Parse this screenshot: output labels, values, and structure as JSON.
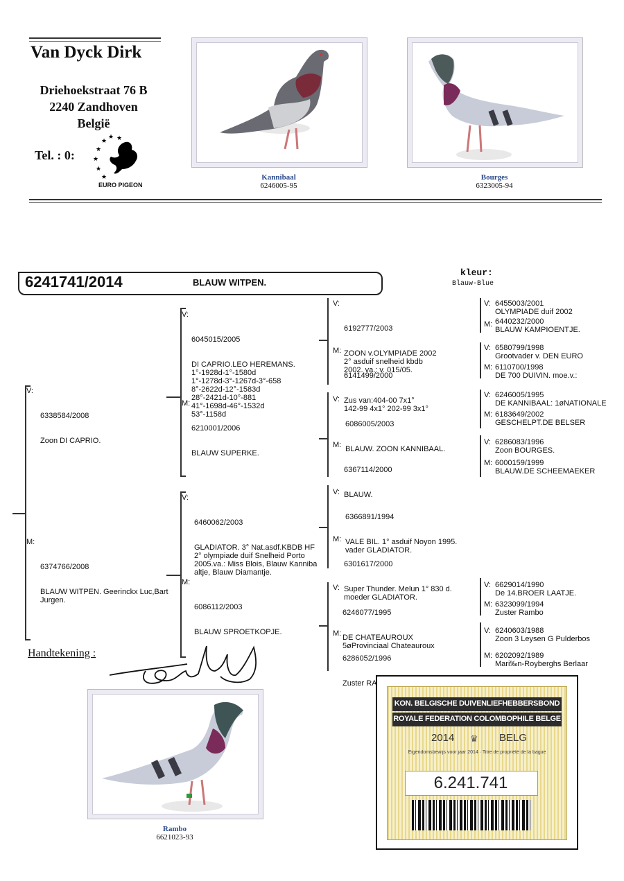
{
  "header": {
    "name": "Van Dyck Dirk",
    "street": "Driehoekstraat 76 B",
    "city": "2240 Zandhoven",
    "country": "België",
    "tel": "Tel. : 0:",
    "logo_text": "EURO PIGEON"
  },
  "photos": [
    {
      "name": "Kannibaal",
      "ring": "6246005-95"
    },
    {
      "name": "Bourges",
      "ring": "6323005-94"
    },
    {
      "name": "Rambo",
      "ring": "6621023-93"
    }
  ],
  "pigeon": {
    "ring": "6241741/2014",
    "description": "BLAUW WITPEN.",
    "color_label": "kleur:",
    "color_value": "Blauw-Blue"
  },
  "gen1": {
    "v": {
      "tag": "V:",
      "ring": "6338584/2008",
      "text": "Zoon DI CAPRIO."
    },
    "m": {
      "tag": "M:",
      "ring": "6374766/2008",
      "text": "BLAUW WITPEN. Geerinckx Luc,Bart\nJurgen."
    }
  },
  "gen2": {
    "vv": {
      "tag": "V:",
      "ring": "6045015/2005",
      "text": "DI CAPRIO.LEO HEREMANS.\n1°-1928d-1°-1580d\n1°-1278d-3°-1267d-3°-658\n8°-2622d-12°-1583d\n28°-2421d-10°-881\n41°-1698d-46°-1532d\n53°-1158d"
    },
    "vm": {
      "tag": "M:",
      "ring": "6210001/2006",
      "text": "BLAUW SUPERKE."
    },
    "mv": {
      "tag": "V:",
      "ring": "6460062/2003",
      "text": "GLADIATOR. 3° Nat.asdf.KBDB HF\n2° olympiade duif Snelheid Porto\n2005.va.: Miss Blois, Blauw Kanniba\naltje, Blauw Diamantje."
    },
    "mm": {
      "tag": "M:",
      "ring": "6086112/2003",
      "text": "BLAUW SPROETKOPJE."
    }
  },
  "gen3": [
    {
      "tag": "V:",
      "ring": "6192777/2003",
      "text": "ZOON v.OLYMPIADE 2002\n2° asduif snelheid kbdb\n2002. va.: v. 015/05."
    },
    {
      "tag": "M:",
      "ring": "6141499/2000",
      "text": "Zus van:404-00 7x1°\n142-99 4x1° 202-99 3x1°"
    },
    {
      "tag": "V:",
      "ring": "6086005/2003",
      "text": "BLAUW. ZOON KANNIBAAL."
    },
    {
      "tag": "M:",
      "ring": "6367114/2000",
      "text": "BLAUW."
    },
    {
      "tag": "V:",
      "ring": "6366891/1994",
      "text": "VALE BIL. 1° asduif Noyon 1995.\nvader GLADIATOR."
    },
    {
      "tag": "M:",
      "ring": "6301617/2000",
      "text": "Super Thunder. Melun 1° 830 d.\nmoeder GLADIATOR."
    },
    {
      "tag": "V:",
      "ring": "6246077/1995",
      "text": "DE CHATEAUROUX\n5øProvinciaal Chateauroux"
    },
    {
      "tag": "M:",
      "ring": "6286052/1996",
      "text": "Zuster RAMBO."
    }
  ],
  "gen4": [
    {
      "tag": "V:",
      "ring": "6455003/2001",
      "text": "OLYMPIADE duif 2002"
    },
    {
      "tag": "M:",
      "ring": "6440232/2000",
      "text": "BLAUW KAMPIOENTJE."
    },
    {
      "tag": "V:",
      "ring": "6580799/1998",
      "text": "Grootvader v. DEN EURO"
    },
    {
      "tag": "M:",
      "ring": "6110700/1998",
      "text": "DE 700 DUIVIN. moe.v.:"
    },
    {
      "tag": "V:",
      "ring": "6246005/1995",
      "text": "DE KANNIBAAL: 1øNATIONALE"
    },
    {
      "tag": "M:",
      "ring": "6183649/2002",
      "text": "GESCHELPT.DE BELSER"
    },
    {
      "tag": "V:",
      "ring": "6286083/1996",
      "text": "Zoon BOURGES."
    },
    {
      "tag": "M:",
      "ring": "6000159/1999",
      "text": "BLAUW.DE SCHEEMAEKER"
    },
    {
      "tag": "V:",
      "ring": "6629014/1990",
      "text": "De 14.BROER LAATJE."
    },
    {
      "tag": "M:",
      "ring": "6323099/1994",
      "text": "Zuster Rambo"
    },
    {
      "tag": "V:",
      "ring": "6240603/1988",
      "text": "Zoon 3 Leysen G Pulderbos"
    },
    {
      "tag": "M:",
      "ring": "6202092/1989",
      "text": "Mari‰n-Royberghs Berlaar"
    }
  ],
  "signature": {
    "label": "Handtekening :"
  },
  "card": {
    "line1": "KON. BELGISCHE DUIVENLIEFHEBBERSBOND",
    "line2": "ROYALE FEDERATION COLOMBOPHILE BELGE",
    "year": "2014",
    "country": "BELG",
    "small": "Eigendomsbewijs voor jaar 2014 · Titre de propriété de la bague",
    "number": "6.241.741"
  },
  "colors": {
    "accent": "#2a4a8a",
    "rule": "#333333"
  }
}
